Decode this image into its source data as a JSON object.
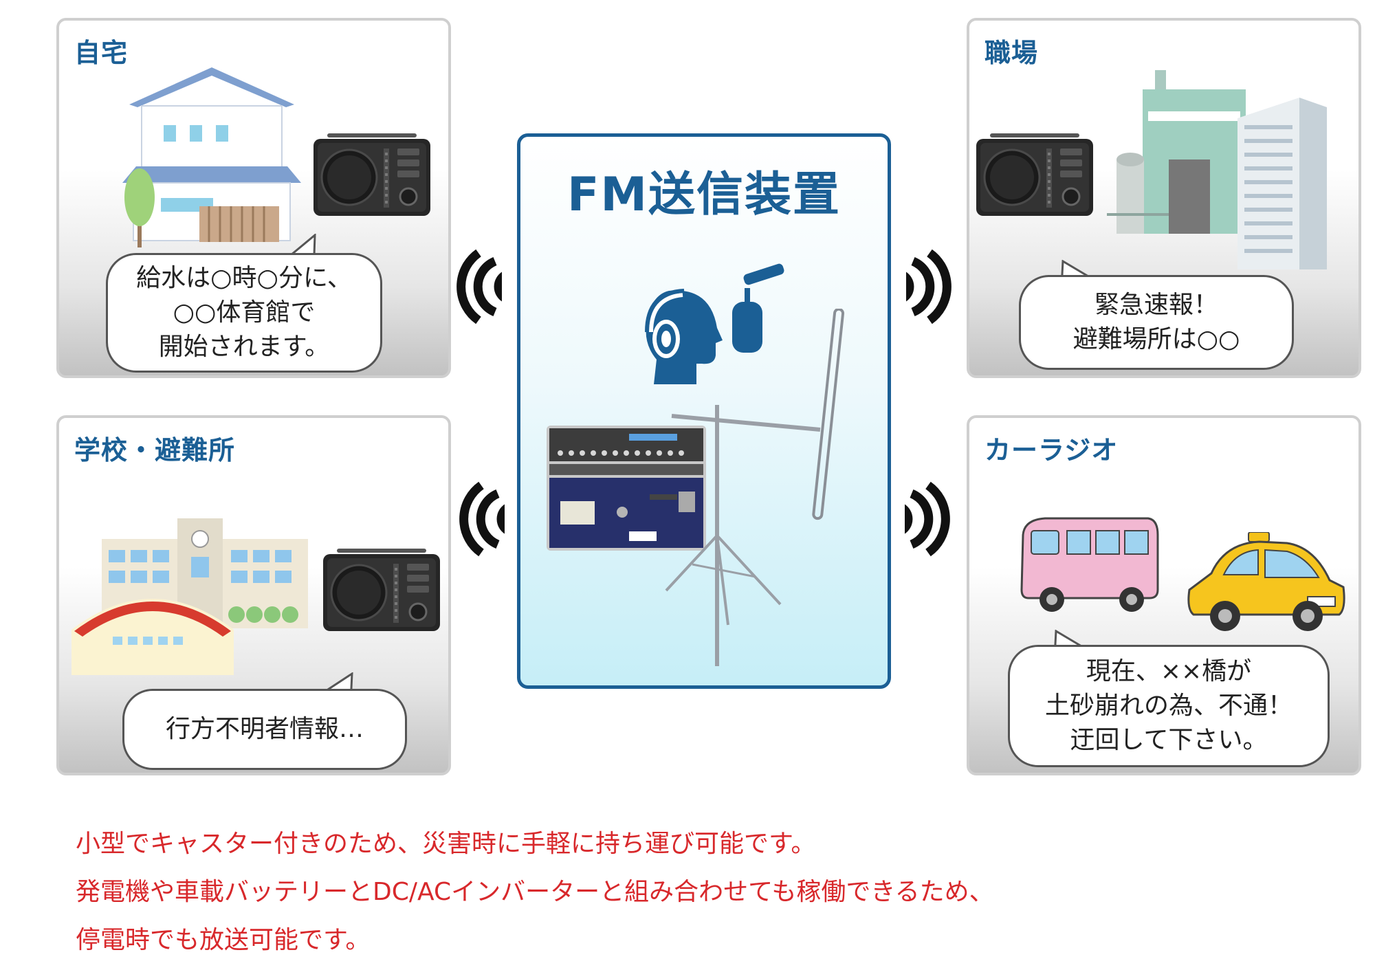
{
  "center": {
    "title": "FM送信装置"
  },
  "panels": {
    "home": {
      "title": "自宅",
      "lines": [
        "給水は○時○分に、",
        "○○体育館で",
        "開始されます。"
      ]
    },
    "work": {
      "title": "職場",
      "lines": [
        "緊急速報！",
        "避難場所は○○"
      ]
    },
    "school": {
      "title": "学校・避難所",
      "lines": [
        "行方不明者情報…"
      ]
    },
    "car": {
      "title": "カーラジオ",
      "lines": [
        "現在、××橋が",
        "土砂崩れの為、不通！",
        "迂回して下さい。"
      ]
    }
  },
  "captions": [
    "小型でキャスター付きのため、災害時に手軽に持ち運び可能です。",
    "発電機や車載バッテリーとDC/ACインバーターと組み合わせても稼働できるため、",
    "停電時でも放送可能です。"
  ],
  "colors": {
    "accent": "#1b5f95",
    "caption": "#d8282b",
    "panel_border": "#cfcfcf"
  },
  "icons": [
    "house-icon",
    "tree-icon",
    "radio-icon",
    "factory-icon",
    "office-building-icon",
    "school-icon",
    "gymnasium-icon",
    "bus-icon",
    "taxi-icon",
    "headphones-person-icon",
    "microphone-icon",
    "transmitter-rack-icon",
    "antenna-tripod-icon",
    "radio-wave-icon"
  ]
}
